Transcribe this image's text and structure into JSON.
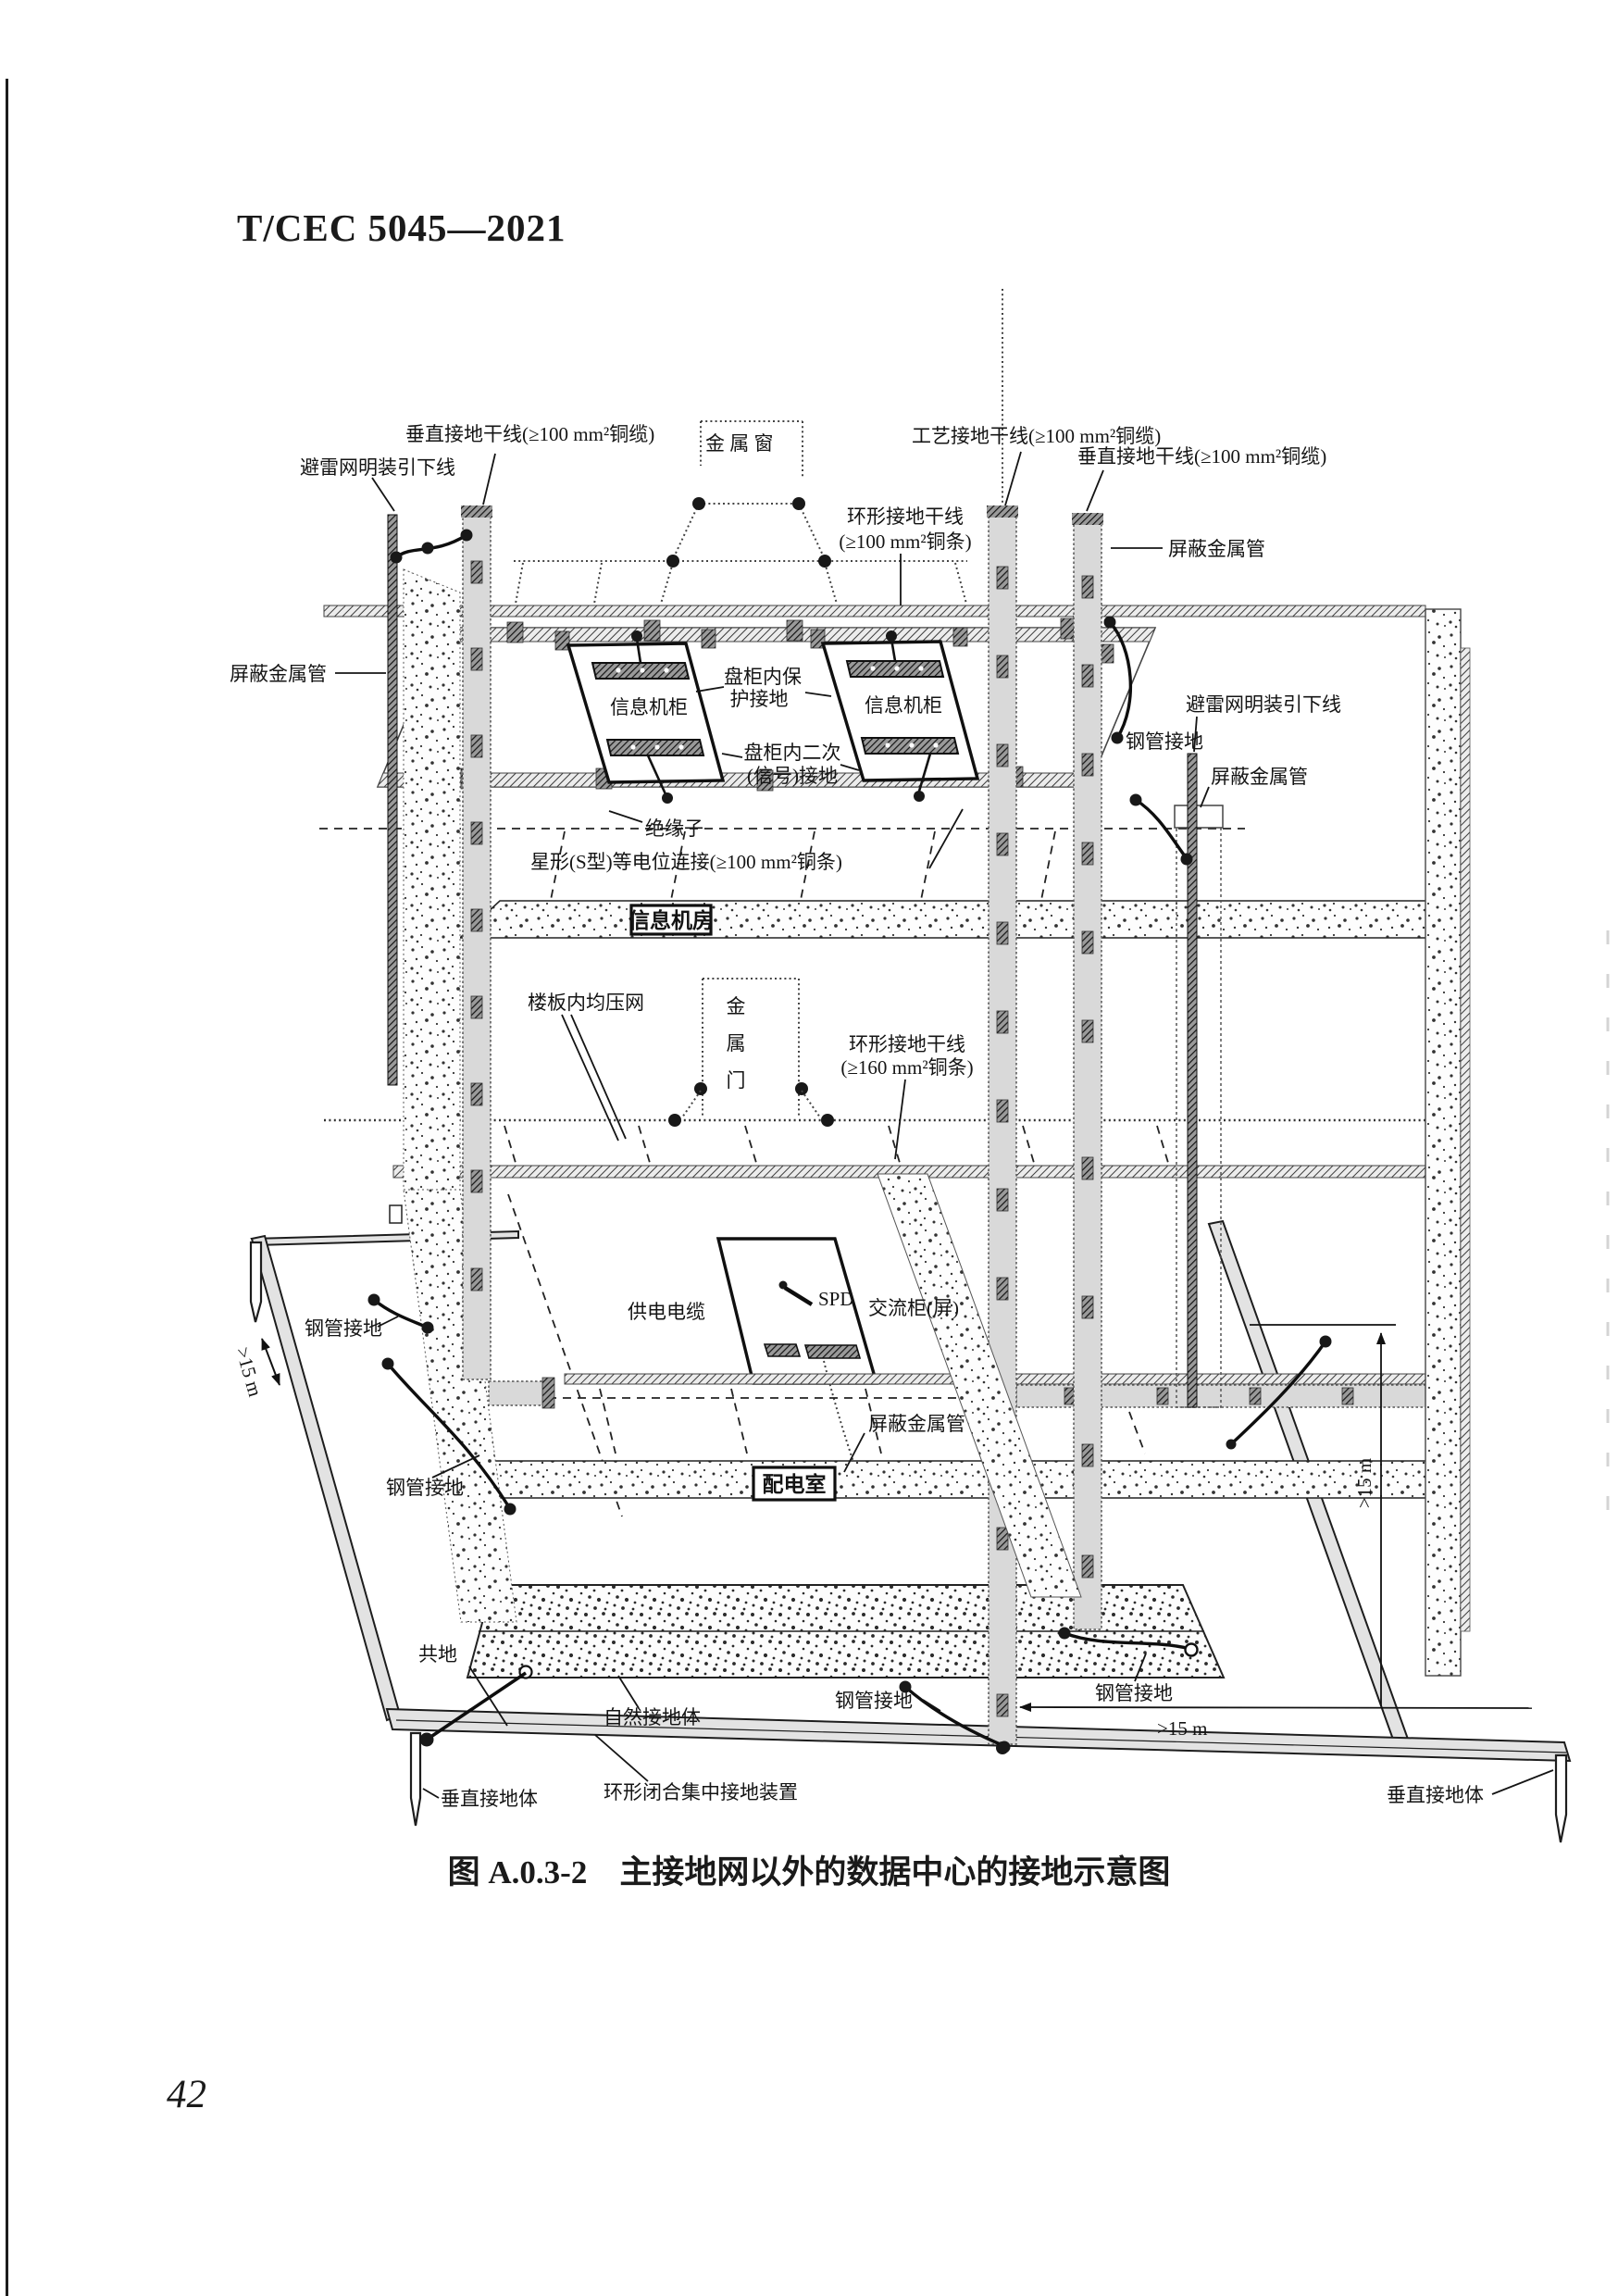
{
  "page": {
    "header": "T/CEC 5045—2021",
    "page_number": "42",
    "caption": "图 A.0.3-2　主接地网以外的数据中心的接地示意图"
  },
  "diagram": {
    "labels": {
      "vertical_trunk_left": "垂直接地干线(≥100 mm²铜缆)",
      "lightning_downlead_left": "避雷网明装引下线",
      "metal_window": "金 属 窗",
      "process_trunk": "工艺接地干线(≥100 mm²铜缆)",
      "vertical_trunk_right": "垂直接地干线(≥100 mm²铜缆)",
      "shield_pipe_right_top": "屏蔽金属管",
      "ring_trunk_upper_1": "环形接地干线",
      "ring_trunk_upper_2": "(≥100 mm²铜条)",
      "shield_pipe_left": "屏蔽金属管",
      "lightning_downlead_right": "避雷网明装引下线",
      "steel_pipe_ground_right_upper": "钢管接地",
      "shield_pipe_right_mid": "屏蔽金属管",
      "info_cabinet_left": "信息机柜",
      "info_cabinet_right": "信息机柜",
      "panel_protect_1": "盘柜内保",
      "panel_protect_2": "护接地",
      "panel_secondary_1": "盘柜内二次",
      "panel_secondary_2": "(信号)接地",
      "insulator": "绝缘子",
      "star_bond": "星形(S型)等电位连接(≥100 mm²铜条)",
      "info_room": "信息机房",
      "floor_mesh": "楼板内均压网",
      "metal_door_1": "金",
      "metal_door_2": "属",
      "metal_door_3": "门",
      "ring_trunk_lower_1": "环形接地干线",
      "ring_trunk_lower_2": "(≥160 mm²铜条)",
      "power_cable": "供电电缆",
      "spd": "SPD",
      "ac_cabinet": "交流柜(屏)",
      "steel_pipe_ground_left_mid": "钢管接地",
      "shield_pipe_bottom": "屏蔽金属管",
      "steel_pipe_ground_left_low": "钢管接地",
      "distribution_room": "配电室",
      "common_ground": "共地",
      "natural_earth": "自然接地体",
      "steel_pipe_ground_bottom_left": "钢管接地",
      "steel_pipe_ground_bottom_right": "钢管接地",
      "ring_closed_device": "环形闭合集中接地装置",
      "vertical_earth_left": "垂直接地体",
      "vertical_earth_right": "垂直接地体",
      "dim_left": ">15 m",
      "dim_bottom": ">15 m",
      "dim_right": ">15 m"
    }
  }
}
